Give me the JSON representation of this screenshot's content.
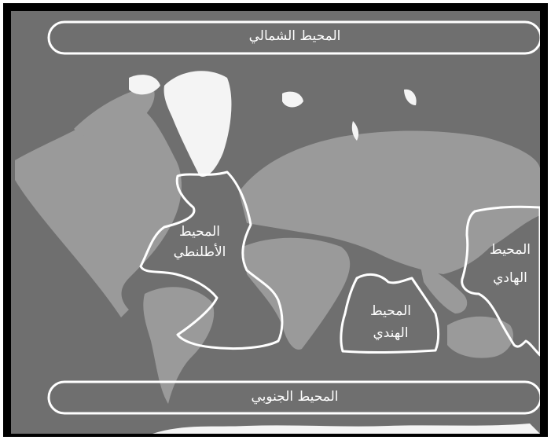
{
  "oceans": {
    "arctic": "المحيط الشمالي",
    "atlantic": {
      "line1": "المحيط",
      "line2": "الأطلنطي"
    },
    "indian": {
      "line1": "المحيط",
      "line2": "الهندي"
    },
    "pacific": {
      "line1": "المحيط",
      "line2": "الهادي"
    },
    "southern": "المحيط الجنوبي"
  },
  "colors": {
    "ocean": "#6f6f6f",
    "land": "#9a9a9a",
    "ice": "#f4f4f4",
    "outline": "#ffffff",
    "frame": "#000000"
  }
}
